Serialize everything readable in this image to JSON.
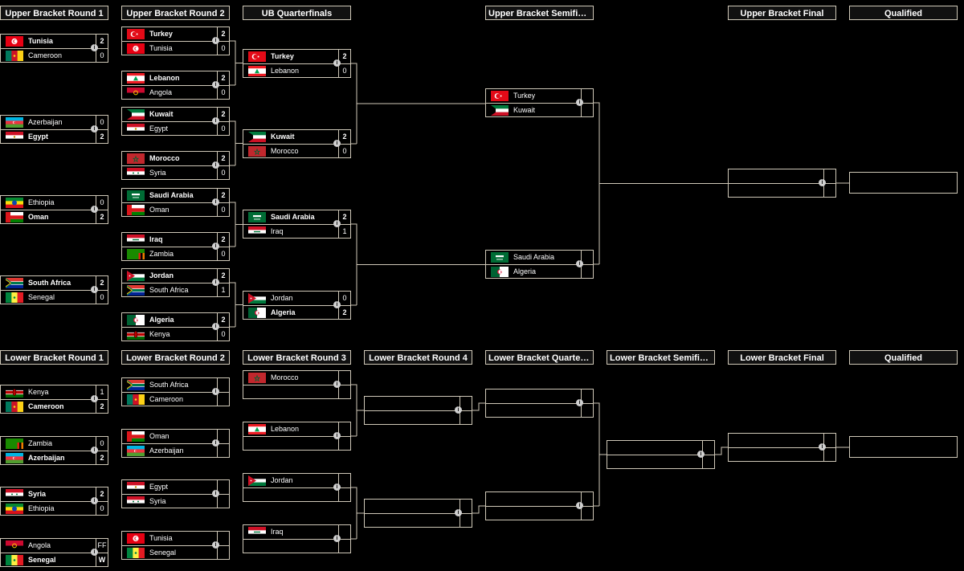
{
  "colors": {
    "background": "#000000",
    "border": "#cfc8b8",
    "text": "#ffffff",
    "info": "#d0d0d0"
  },
  "info_glyph": "i",
  "upper_headers": [
    "Upper Bracket Round 1",
    "Upper Bracket Round 2",
    "UB Quarterfinals",
    "Upper Bracket Semifinals",
    "Upper Bracket Final",
    "Qualified"
  ],
  "lower_headers": [
    "Lower Bracket Round 1",
    "Lower Bracket Round 2",
    "Lower Bracket Round 3",
    "Lower Bracket Round 4",
    "Lower Bracket Quarterfinals",
    "Lower Bracket Semifinal",
    "Lower Bracket Final",
    "Qualified"
  ],
  "matches": [
    {
      "id": "ub1-1",
      "teams": [
        {
          "name": "Tunisia",
          "flag": "tunisia",
          "score": "2",
          "win": true
        },
        {
          "name": "Cameroon",
          "flag": "cameroon",
          "score": "0"
        }
      ]
    },
    {
      "id": "ub1-2",
      "teams": [
        {
          "name": "Azerbaijan",
          "flag": "azerbaijan",
          "score": "0"
        },
        {
          "name": "Egypt",
          "flag": "egypt",
          "score": "2",
          "win": true
        }
      ]
    },
    {
      "id": "ub1-3",
      "teams": [
        {
          "name": "Ethiopia",
          "flag": "ethiopia",
          "score": "0"
        },
        {
          "name": "Oman",
          "flag": "oman",
          "score": "2",
          "win": true
        }
      ]
    },
    {
      "id": "ub1-4",
      "teams": [
        {
          "name": "South Africa",
          "flag": "southafrica",
          "score": "2",
          "win": true
        },
        {
          "name": "Senegal",
          "flag": "senegal",
          "score": "0"
        }
      ]
    },
    {
      "id": "ub2-1",
      "teams": [
        {
          "name": "Turkey",
          "flag": "turkey",
          "score": "2",
          "win": true
        },
        {
          "name": "Tunisia",
          "flag": "tunisia",
          "score": "0"
        }
      ]
    },
    {
      "id": "ub2-2",
      "teams": [
        {
          "name": "Lebanon",
          "flag": "lebanon",
          "score": "2",
          "win": true
        },
        {
          "name": "Angola",
          "flag": "angola",
          "score": "0"
        }
      ]
    },
    {
      "id": "ub2-3",
      "teams": [
        {
          "name": "Kuwait",
          "flag": "kuwait",
          "score": "2",
          "win": true
        },
        {
          "name": "Egypt",
          "flag": "egypt",
          "score": "0"
        }
      ]
    },
    {
      "id": "ub2-4",
      "teams": [
        {
          "name": "Morocco",
          "flag": "morocco",
          "score": "2",
          "win": true
        },
        {
          "name": "Syria",
          "flag": "syria",
          "score": "0"
        }
      ]
    },
    {
      "id": "ub2-5",
      "teams": [
        {
          "name": "Saudi Arabia",
          "flag": "saudi",
          "score": "2",
          "win": true
        },
        {
          "name": "Oman",
          "flag": "oman",
          "score": "0"
        }
      ]
    },
    {
      "id": "ub2-6",
      "teams": [
        {
          "name": "Iraq",
          "flag": "iraq",
          "score": "2",
          "win": true
        },
        {
          "name": "Zambia",
          "flag": "zambia",
          "score": "0"
        }
      ]
    },
    {
      "id": "ub2-7",
      "teams": [
        {
          "name": "Jordan",
          "flag": "jordan",
          "score": "2",
          "win": true
        },
        {
          "name": "South Africa",
          "flag": "southafrica",
          "score": "1"
        }
      ]
    },
    {
      "id": "ub2-8",
      "teams": [
        {
          "name": "Algeria",
          "flag": "algeria",
          "score": "2",
          "win": true
        },
        {
          "name": "Kenya",
          "flag": "kenya",
          "score": "0"
        }
      ]
    },
    {
      "id": "ubq-1",
      "teams": [
        {
          "name": "Turkey",
          "flag": "turkey",
          "score": "2",
          "win": true
        },
        {
          "name": "Lebanon",
          "flag": "lebanon",
          "score": "0"
        }
      ]
    },
    {
      "id": "ubq-2",
      "teams": [
        {
          "name": "Kuwait",
          "flag": "kuwait",
          "score": "2",
          "win": true
        },
        {
          "name": "Morocco",
          "flag": "morocco",
          "score": "0"
        }
      ]
    },
    {
      "id": "ubq-3",
      "teams": [
        {
          "name": "Saudi Arabia",
          "flag": "saudi",
          "score": "2",
          "win": true
        },
        {
          "name": "Iraq",
          "flag": "iraq",
          "score": "1"
        }
      ]
    },
    {
      "id": "ubq-4",
      "teams": [
        {
          "name": "Jordan",
          "flag": "jordan",
          "score": "0"
        },
        {
          "name": "Algeria",
          "flag": "algeria",
          "score": "2",
          "win": true
        }
      ]
    },
    {
      "id": "ubs-1",
      "teams": [
        {
          "name": "Turkey",
          "flag": "turkey",
          "score": ""
        },
        {
          "name": "Kuwait",
          "flag": "kuwait",
          "score": ""
        }
      ]
    },
    {
      "id": "ubs-2",
      "teams": [
        {
          "name": "Saudi Arabia",
          "flag": "saudi",
          "score": ""
        },
        {
          "name": "Algeria",
          "flag": "algeria",
          "score": ""
        }
      ]
    },
    {
      "id": "ubf",
      "teams": [
        {
          "name": "",
          "flag": "",
          "score": ""
        },
        {
          "name": "",
          "flag": "",
          "score": ""
        }
      ]
    },
    {
      "id": "lb1-1",
      "teams": [
        {
          "name": "Kenya",
          "flag": "kenya",
          "score": "1"
        },
        {
          "name": "Cameroon",
          "flag": "cameroon",
          "score": "2",
          "win": true
        }
      ]
    },
    {
      "id": "lb1-2",
      "teams": [
        {
          "name": "Zambia",
          "flag": "zambia",
          "score": "0"
        },
        {
          "name": "Azerbaijan",
          "flag": "azerbaijan",
          "score": "2",
          "win": true
        }
      ]
    },
    {
      "id": "lb1-3",
      "teams": [
        {
          "name": "Syria",
          "flag": "syria",
          "score": "2",
          "win": true
        },
        {
          "name": "Ethiopia",
          "flag": "ethiopia",
          "score": "0"
        }
      ]
    },
    {
      "id": "lb1-4",
      "teams": [
        {
          "name": "Angola",
          "flag": "angola",
          "score": "FF"
        },
        {
          "name": "Senegal",
          "flag": "senegal",
          "score": "W",
          "win": true
        }
      ]
    },
    {
      "id": "lb2-1",
      "teams": [
        {
          "name": "South Africa",
          "flag": "southafrica",
          "score": ""
        },
        {
          "name": "Cameroon",
          "flag": "cameroon",
          "score": ""
        }
      ]
    },
    {
      "id": "lb2-2",
      "teams": [
        {
          "name": "Oman",
          "flag": "oman",
          "score": ""
        },
        {
          "name": "Azerbaijan",
          "flag": "azerbaijan",
          "score": ""
        }
      ]
    },
    {
      "id": "lb2-3",
      "teams": [
        {
          "name": "Egypt",
          "flag": "egypt",
          "score": ""
        },
        {
          "name": "Syria",
          "flag": "syria",
          "score": ""
        }
      ]
    },
    {
      "id": "lb2-4",
      "teams": [
        {
          "name": "Tunisia",
          "flag": "tunisia",
          "score": ""
        },
        {
          "name": "Senegal",
          "flag": "senegal",
          "score": ""
        }
      ]
    },
    {
      "id": "lb3-1",
      "teams": [
        {
          "name": "Morocco",
          "flag": "morocco",
          "score": ""
        },
        {
          "name": "",
          "flag": "",
          "score": ""
        }
      ]
    },
    {
      "id": "lb3-2",
      "teams": [
        {
          "name": "Lebanon",
          "flag": "lebanon",
          "score": ""
        },
        {
          "name": "",
          "flag": "",
          "score": ""
        }
      ]
    },
    {
      "id": "lb3-3",
      "teams": [
        {
          "name": "Jordan",
          "flag": "jordan",
          "score": ""
        },
        {
          "name": "",
          "flag": "",
          "score": ""
        }
      ]
    },
    {
      "id": "lb3-4",
      "teams": [
        {
          "name": "Iraq",
          "flag": "iraq",
          "score": ""
        },
        {
          "name": "",
          "flag": "",
          "score": ""
        }
      ]
    },
    {
      "id": "lb4-1",
      "teams": [
        {
          "name": "",
          "flag": "",
          "score": ""
        },
        {
          "name": "",
          "flag": "",
          "score": ""
        }
      ]
    },
    {
      "id": "lb4-2",
      "teams": [
        {
          "name": "",
          "flag": "",
          "score": ""
        },
        {
          "name": "",
          "flag": "",
          "score": ""
        }
      ]
    },
    {
      "id": "lbq-1",
      "teams": [
        {
          "name": "",
          "flag": "",
          "score": ""
        },
        {
          "name": "",
          "flag": "",
          "score": ""
        }
      ]
    },
    {
      "id": "lbq-2",
      "teams": [
        {
          "name": "",
          "flag": "",
          "score": ""
        },
        {
          "name": "",
          "flag": "",
          "score": ""
        }
      ]
    },
    {
      "id": "lbs",
      "teams": [
        {
          "name": "",
          "flag": "",
          "score": ""
        },
        {
          "name": "",
          "flag": "",
          "score": ""
        }
      ]
    },
    {
      "id": "lbf",
      "teams": [
        {
          "name": "",
          "flag": "",
          "score": ""
        },
        {
          "name": "",
          "flag": "",
          "score": ""
        }
      ]
    }
  ],
  "qualified": [
    "",
    ""
  ]
}
